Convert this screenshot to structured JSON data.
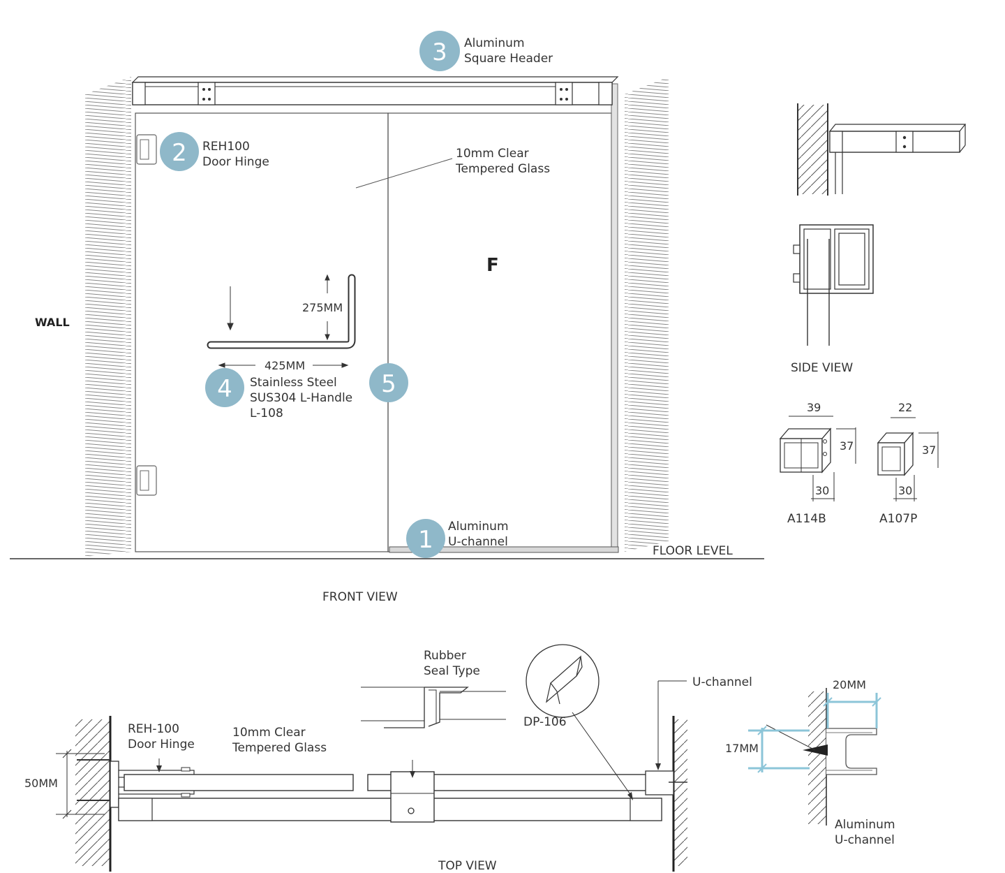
{
  "front_view": {
    "caption": "FRONT VIEW",
    "wall_label": "WALL",
    "floor_label": "FLOOR LEVEL",
    "fixed_panel_mark": "F",
    "callouts": [
      {
        "number": "3",
        "line1": "Aluminum",
        "line2": "Square Header",
        "line3": ""
      },
      {
        "number": "2",
        "line1": "REH100",
        "line2": "Door Hinge",
        "line3": ""
      },
      {
        "number": "4",
        "line1": "Stainless Steel",
        "line2": "SUS304  L-Handle",
        "line3": "L-108"
      },
      {
        "number": "5",
        "line1": "",
        "line2": "",
        "line3": ""
      },
      {
        "number": "1",
        "line1": "Aluminum",
        "line2": "U-channel",
        "line3": ""
      }
    ],
    "glass_label": {
      "line1": "10mm Clear",
      "line2": "Tempered Glass"
    },
    "dimensions": {
      "handle_height": "275MM",
      "handle_width": "425MM"
    }
  },
  "side_view": {
    "caption": "SIDE VIEW",
    "profiles": [
      {
        "name": "A114B",
        "top": "39",
        "side": "37",
        "bottom": "30"
      },
      {
        "name": "A107P",
        "top": "22",
        "side": "37",
        "bottom": "30"
      }
    ]
  },
  "top_view": {
    "caption": "TOP VIEW",
    "hinge_label": {
      "line1": "REH-100",
      "line2": "Door Hinge"
    },
    "glass_label": {
      "line1": "10mm Clear",
      "line2": "Tempered Glass"
    },
    "seal_label": {
      "line1": "Rubber",
      "line2": "Seal Type"
    },
    "seal_part": "DP-106",
    "uchannel_label": "U-channel",
    "dimension_50": "50MM",
    "detail": {
      "dim_20": "20MM",
      "dim_17": "17MM",
      "label_line1": "Aluminum",
      "label_line2": "U-channel"
    }
  },
  "colors": {
    "callout_circle": "#8fb8c9",
    "detail_dimension": "#8cc5d8",
    "line": "#333333"
  }
}
